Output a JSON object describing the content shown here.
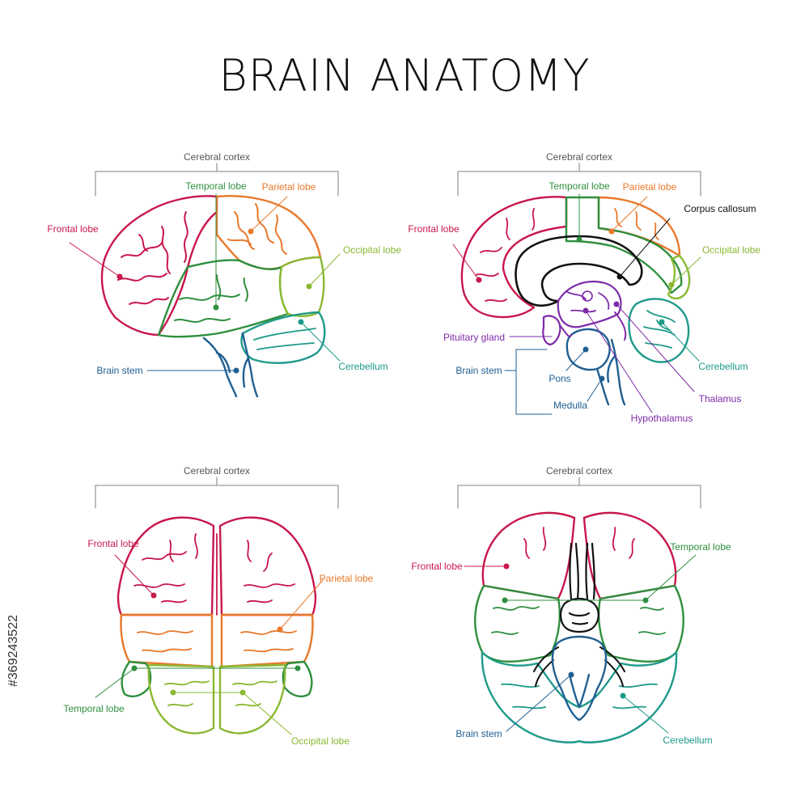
{
  "title": "BRAIN ANATOMY",
  "stock_id": "#369243522",
  "colors": {
    "frontal": "#c8174b",
    "parietal": "#e8782a",
    "temporal": "#2f8f3e",
    "occipital": "#8ab832",
    "cerebellum": "#1e9a8a",
    "brainstem": "#1f5f92",
    "limbic": "#7d2aa8",
    "corpus": "#111111",
    "bracket": "#9a9a9a",
    "cortex_text": "#555555"
  },
  "panels": {
    "lateral": {
      "cortex": "Cerebral cortex",
      "frontal": "Frontal lobe",
      "temporal": "Temporal lobe",
      "parietal": "Parietal lobe",
      "occipital": "Occipital lobe",
      "cerebellum": "Cerebellum",
      "brainstem": "Brain stem"
    },
    "sagittal": {
      "cortex": "Cerebral cortex",
      "frontal": "Frontal lobe",
      "temporal": "Temporal lobe",
      "parietal": "Parietal lobe",
      "corpus": "Corpus callosum",
      "occipital": "Occipital lobe",
      "cerebellum": "Cerebellum",
      "pituitary": "Pituitary gland",
      "brainstem": "Brain stem",
      "pons": "Pons",
      "medulla": "Medulla",
      "hypothalamus": "Hypothalamus",
      "thalamus": "Thalamus"
    },
    "top": {
      "cortex": "Cerebral cortex",
      "frontal": "Frontal lobe",
      "parietal": "Parietal lobe",
      "temporal": "Temporal lobe",
      "occipital": "Occipital lobe"
    },
    "bottom": {
      "cortex": "Cerebral cortex",
      "frontal": "Frontal lobe",
      "temporal": "Temporal lobe",
      "brainstem": "Brain stem",
      "cerebellum": "Cerebellum"
    }
  }
}
